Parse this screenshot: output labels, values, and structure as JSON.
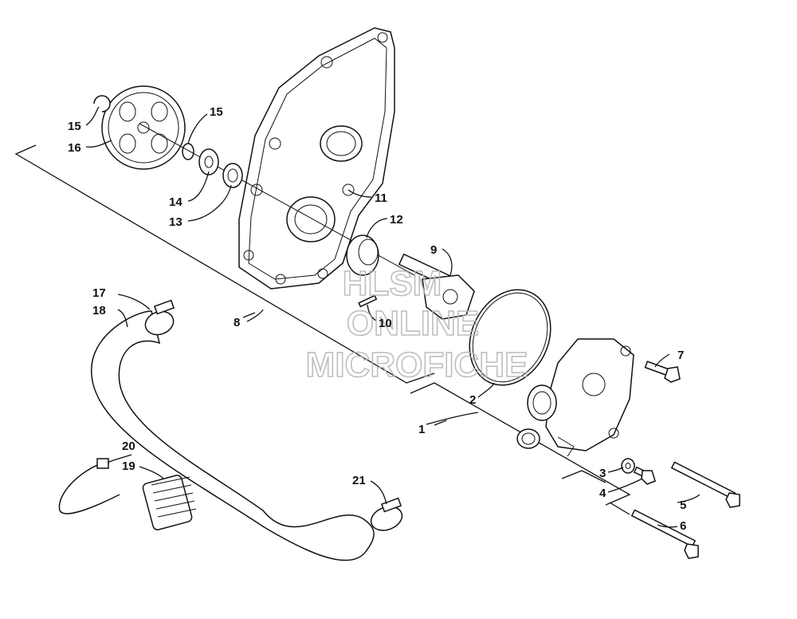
{
  "watermark": {
    "line1": "HLSM",
    "line2": "ONLINE",
    "line3": "MICROFICHE"
  },
  "callouts": {
    "c1": "1",
    "c2": "2",
    "c3": "3",
    "c4": "4",
    "c5": "5",
    "c6": "6",
    "c7": "7",
    "c8": "8",
    "c9": "9",
    "c10": "10",
    "c11": "11",
    "c12": "12",
    "c13": "13",
    "c14": "14",
    "c15a": "15",
    "c15b": "15",
    "c16": "16",
    "c17": "17",
    "c18": "18",
    "c19": "19",
    "c20": "20",
    "c21": "21"
  }
}
